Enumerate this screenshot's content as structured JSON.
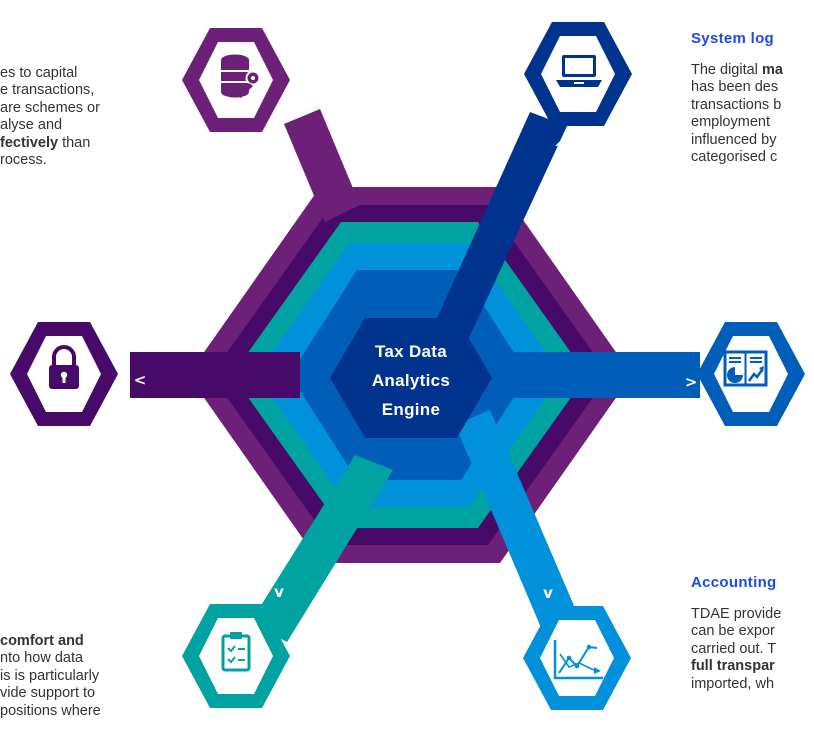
{
  "center": {
    "line1": "Tax Data",
    "line2": "Analytics",
    "line3": "Engine"
  },
  "arrows": {
    "top_left": "^",
    "top_right": "^",
    "left": "<",
    "right": ">",
    "bottom_left": "v",
    "bottom_right": "v"
  },
  "icons": {
    "top_left": "database-key-icon",
    "top_right": "laptop-icon",
    "left": "padlock-icon",
    "right": "report-chart-icon",
    "bottom_left": "clipboard-checklist-icon",
    "bottom_right": "line-chart-icon"
  },
  "colors": {
    "outer_purple": "#6d2077",
    "dark_purple": "#470a68",
    "teal": "#00a3a1",
    "medium_blue": "#0091da",
    "blue": "#005eb8",
    "navy": "#00338d",
    "heading_blue": "#1e49e2"
  },
  "top_left_text": {
    "line1": "es to capital",
    "line2": "e transactions,",
    "line3": "are schemes or",
    "line4": "alyse and",
    "line5_bold": "fectively",
    "line5_rest": " than",
    "line6": "rocess."
  },
  "system_logic": {
    "heading": "System log",
    "line1_a": "The digital ",
    "line1_bold": "ma",
    "line2": "has been des",
    "line3": "transactions b",
    "line4": "employment",
    "line5": "influenced by",
    "line6": "categorised c"
  },
  "comfort_text": {
    "line1_bold": "comfort and",
    "line2": "nto how data",
    "line3": "is is particularly",
    "line4": "vide support to",
    "line5": "positions where"
  },
  "accounting": {
    "heading": "Accounting",
    "line1": "TDAE provide",
    "line2": "can be expor",
    "line3": "carried out. T",
    "line4_bold": "full transpar",
    "line5": "imported, wh"
  }
}
